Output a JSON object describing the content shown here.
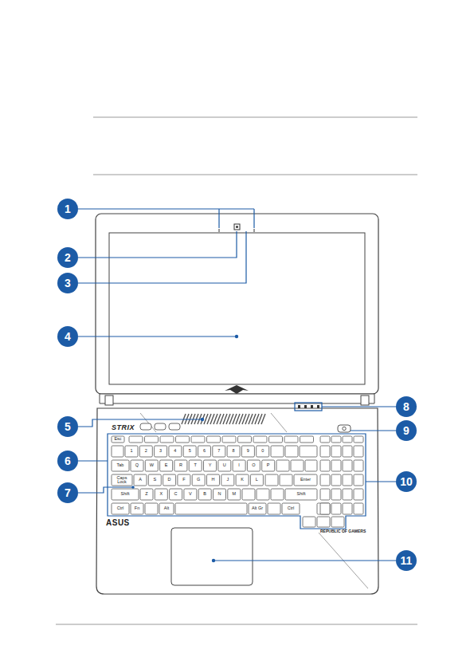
{
  "diagram": {
    "labels": [
      "1",
      "2",
      "3",
      "4",
      "5",
      "6",
      "7",
      "8",
      "9",
      "10",
      "11",
      "STRIX",
      "ASUS",
      "REPUBLIC OF GAMERS",
      "Esc",
      "1",
      "2",
      "3",
      "4",
      "5",
      "6",
      "7",
      "8",
      "9",
      "0",
      "Tab",
      "Q",
      "W",
      "E",
      "R",
      "T",
      "Y",
      "U",
      "I",
      "O",
      "P",
      "Caps Lock",
      "A",
      "S",
      "D",
      "F",
      "G",
      "H",
      "J",
      "K",
      "L",
      "Enter",
      "Shift",
      "Z",
      "X",
      "C",
      "V",
      "B",
      "N",
      "M",
      "Shift",
      "Ctrl",
      "Fn",
      "Alt",
      "Alt Gr",
      "Ctrl"
    ]
  }
}
